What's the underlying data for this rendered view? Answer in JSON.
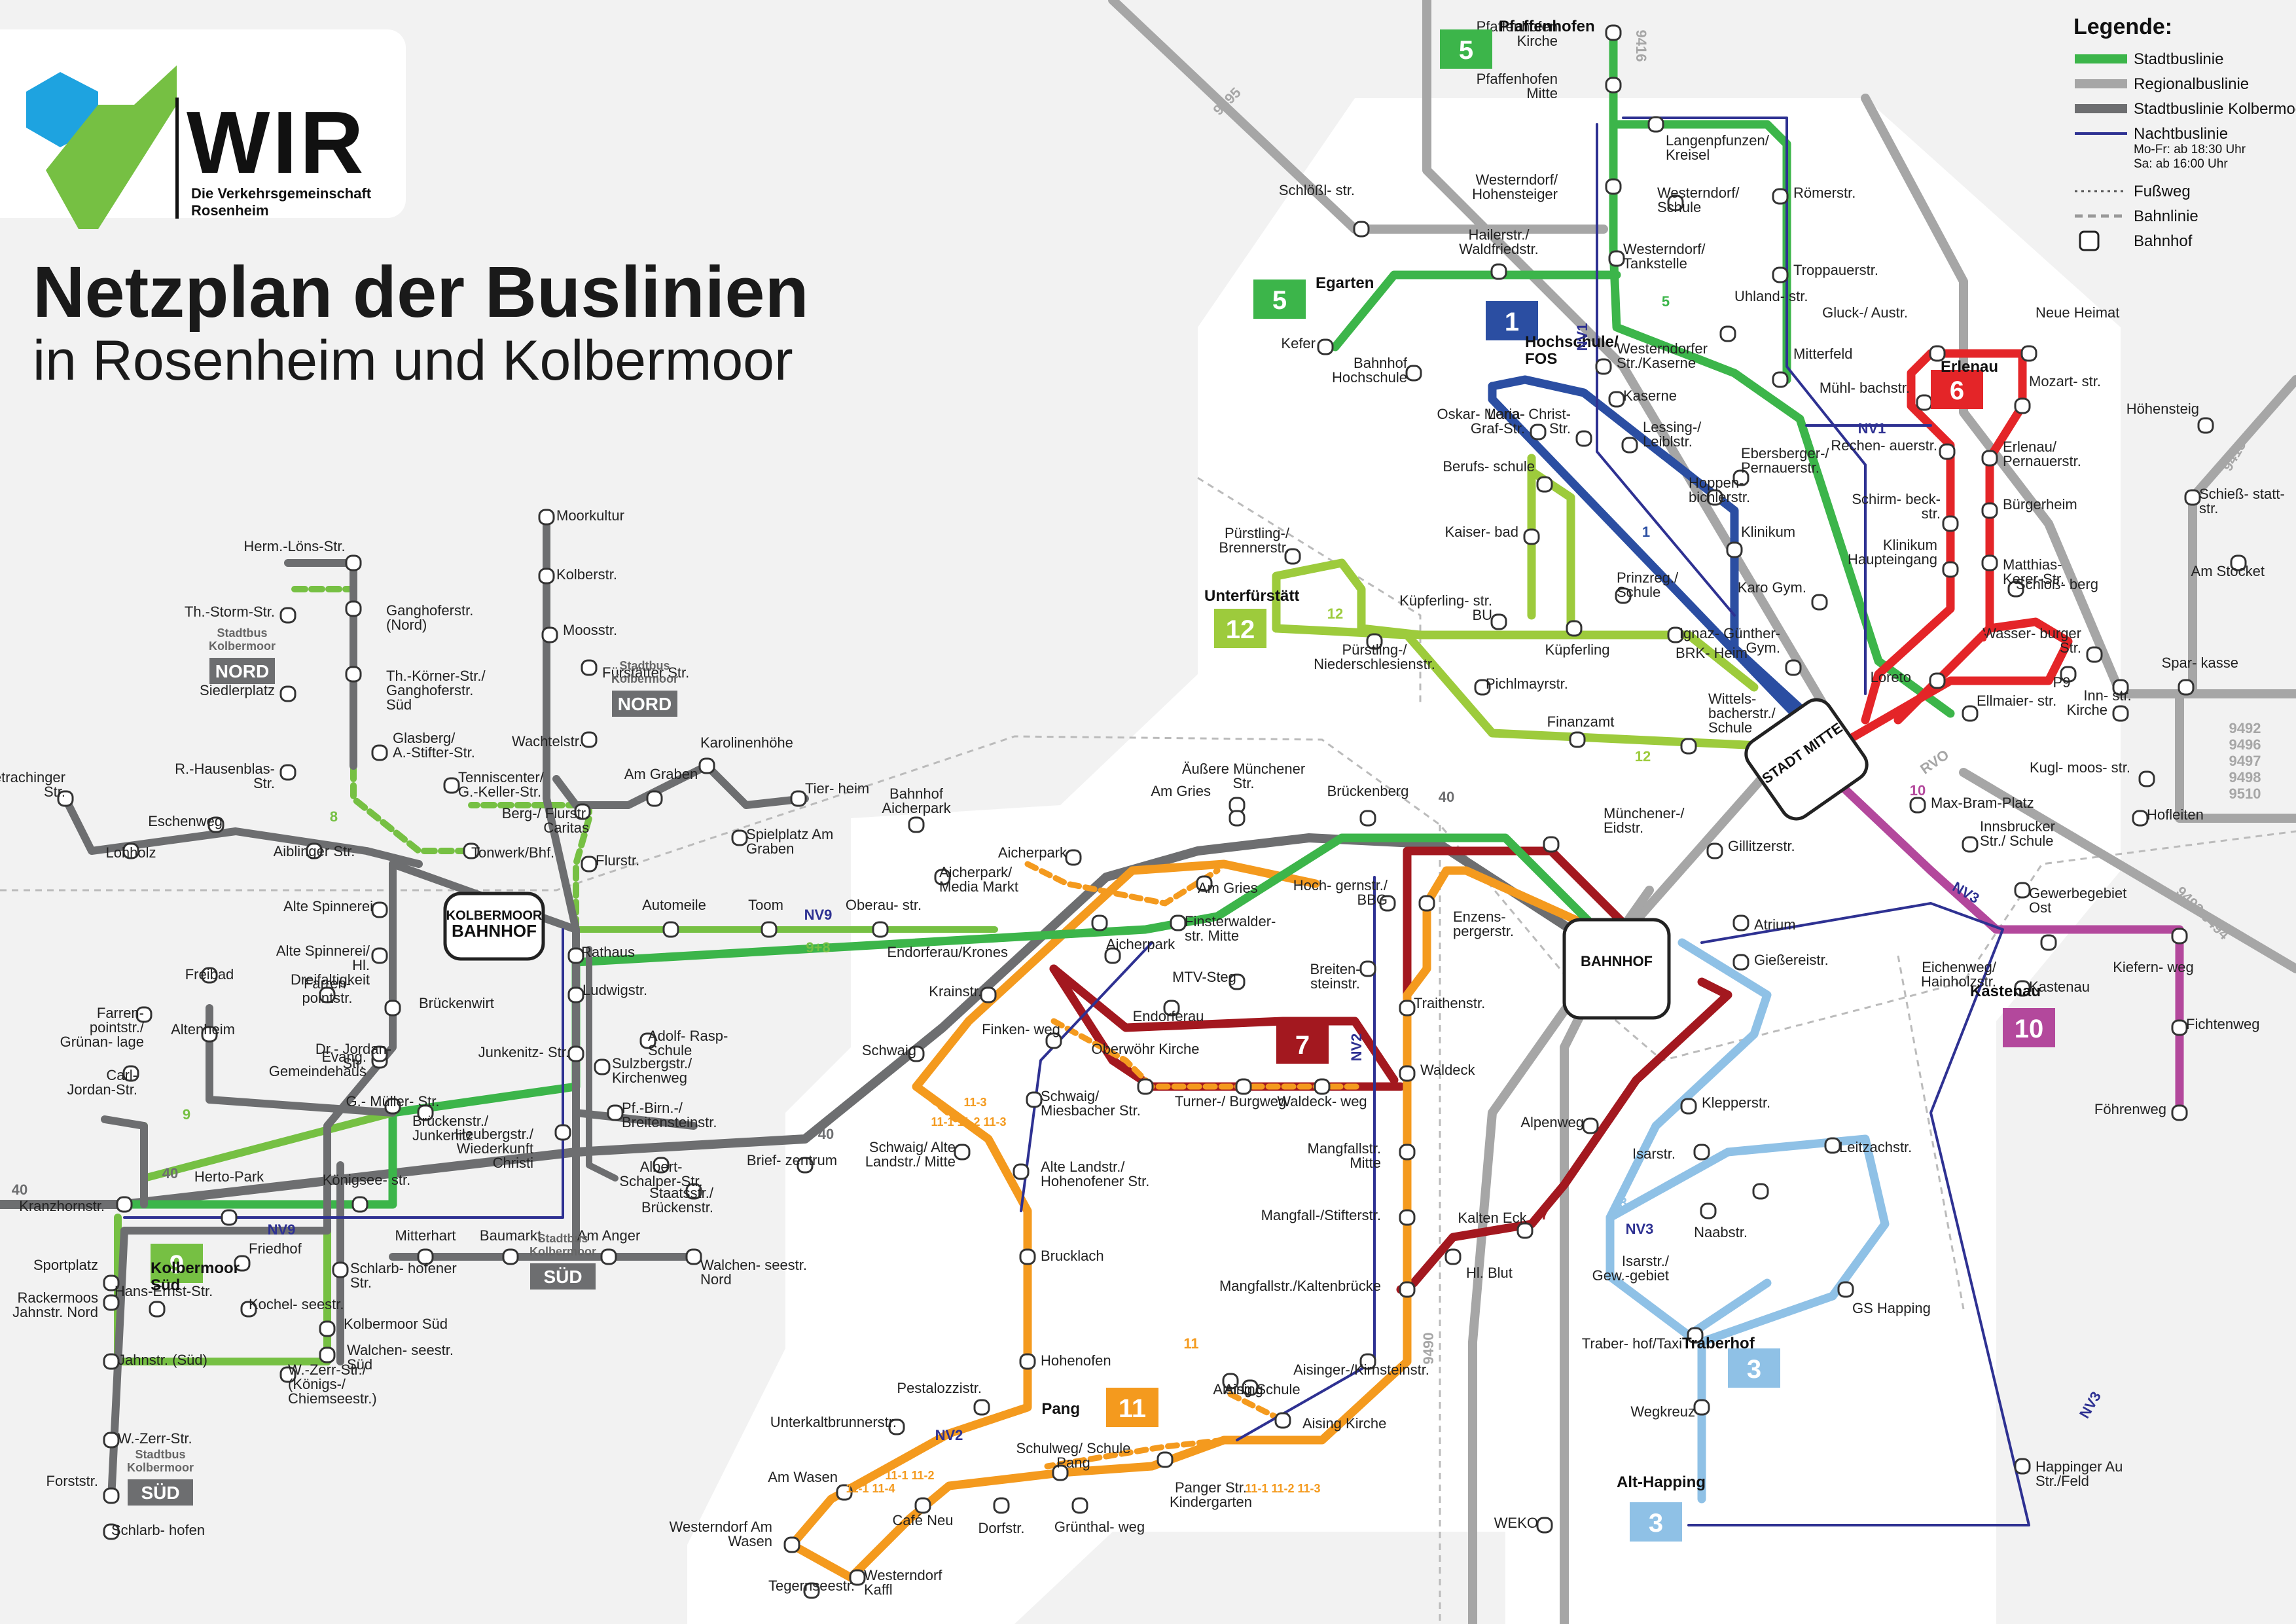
{
  "header": {
    "brand": "WIR",
    "brand_sub1": "Die Verkehrsgemeinschaft",
    "brand_sub2": "Rosenheim",
    "title_line1": "Netzplan der Buslinien",
    "title_line2": "in Rosenheim und Kolbermoor"
  },
  "colors": {
    "stadtbus": "#3cb54a",
    "regional": "#a6a6a6",
    "kolbermoor": "#6d6e70",
    "nacht": "#2e3192",
    "line1": "#2b4ea2",
    "line3": "#8fc1e6",
    "line5": "#3cb54a",
    "line6": "#e42528",
    "line7": "#a3181f",
    "line9": "#76c043",
    "line10": "#b3489c",
    "line11": "#f49a1e",
    "line12": "#9dcb3c"
  },
  "legend": {
    "title": "Legende:",
    "items": [
      {
        "label": "Stadtbuslinie",
        "kind": "stadtbus"
      },
      {
        "label": "Regionalbuslinie",
        "kind": "regional"
      },
      {
        "label": "Stadtbuslinie Kolbermoor",
        "kind": "kolbermoor"
      },
      {
        "label": "Nachtbuslinie",
        "kind": "nacht",
        "sub1": "Mo-Fr: ab 18:30 Uhr",
        "sub2": "Sa: ab 16:00 Uhr"
      },
      {
        "label": "Fußweg",
        "kind": "walk"
      },
      {
        "label": "Bahnlinie",
        "kind": "rail"
      },
      {
        "label": "Bahnhof",
        "kind": "station"
      }
    ]
  },
  "hubs": {
    "stadt_mitte": "STADT MITTE",
    "bahnhof": "BAHNHOF",
    "kolbermoor_bahnhof_1": "KOLBERMOOR",
    "kolbermoor_bahnhof_2": "BAHNHOF"
  },
  "line_badges": [
    {
      "num": "5",
      "color": "#3cb54a",
      "label": "Pfaffenhofen"
    },
    {
      "num": "5",
      "color": "#3cb54a",
      "label": "Egarten"
    },
    {
      "num": "1",
      "color": "#2b4ea2",
      "label": "Hochschule/ FOS"
    },
    {
      "num": "6",
      "color": "#e42528",
      "label": "Erlenau"
    },
    {
      "num": "12",
      "color": "#9dcb3c",
      "label": "Unterfürstätt"
    },
    {
      "num": "7",
      "color": "#a3181f",
      "label": ""
    },
    {
      "num": "10",
      "color": "#b3489c",
      "label": "Kastenau"
    },
    {
      "num": "9",
      "color": "#76c043",
      "label": "Kolbermoor Süd"
    },
    {
      "num": "11",
      "color": "#f49a1e",
      "label": "Pang"
    },
    {
      "num": "3",
      "color": "#8fc1e6",
      "label": "Traberhof"
    },
    {
      "num": "3",
      "color": "#8fc1e6",
      "label": "Alt-Happing"
    }
  ],
  "area_tags": [
    {
      "label": "NORD",
      "sub1": "Stadtbus",
      "sub2": "Kolbermoor"
    },
    {
      "label": "NORD",
      "sub1": "Stadtbus",
      "sub2": "Kolbermoor"
    },
    {
      "label": "SÜD",
      "sub1": "Stadtbus",
      "sub2": "Kolbermoor"
    },
    {
      "label": "SÜD",
      "sub1": "Stadtbus",
      "sub2": "Kolbermoor"
    }
  ],
  "route_numbers": [
    "9495",
    "9416",
    "9415",
    "9490",
    "9493 9494",
    "9492",
    "9496",
    "9497",
    "9498",
    "9510",
    "40",
    "40",
    "40",
    "40",
    "NV1",
    "NV1",
    "NV2",
    "NV2",
    "NV3",
    "NV3",
    "NV3",
    "NV9",
    "NV9",
    "9+8",
    "RVO",
    "10",
    "6",
    "7",
    "5",
    "12",
    "12",
    "8",
    "9",
    "1",
    "3",
    "11"
  ],
  "stops": [
    {
      "name": "Pfaffenhofen Kirche"
    },
    {
      "name": "Pfaffenhofen Mitte"
    },
    {
      "name": "Langenpfunzen/ Kreisel"
    },
    {
      "name": "Westerndorf/ Hohensteiger"
    },
    {
      "name": "Westerndorf/ Schule"
    },
    {
      "name": "Römerstr."
    },
    {
      "name": "Schlößl- str."
    },
    {
      "name": "Hailerstr./ Waldfriedstr."
    },
    {
      "name": "Westerndorf/ Tankstelle"
    },
    {
      "name": "Troppauerstr."
    },
    {
      "name": "Kefer"
    },
    {
      "name": "Uhland- str."
    },
    {
      "name": "Mitterfeld"
    },
    {
      "name": "Bahnhof Hochschule"
    },
    {
      "name": "Westerndorfer Str./Kaserne"
    },
    {
      "name": "Kaserne"
    },
    {
      "name": "Gluck-/ Austr."
    },
    {
      "name": "Neue Heimat"
    },
    {
      "name": "Mühl- bachstr."
    },
    {
      "name": "Mozart- str."
    },
    {
      "name": "Oskar- Maria- Graf-Str."
    },
    {
      "name": "Lena- Christ- Str."
    },
    {
      "name": "Lessing-/ Leiblstr."
    },
    {
      "name": "Ebersberger-/ Pernauerstr."
    },
    {
      "name": "Rechen- auerstr."
    },
    {
      "name": "Erlenau/ Pernauerstr."
    },
    {
      "name": "Berufs- schule"
    },
    {
      "name": "Hoppen- bichlerstr."
    },
    {
      "name": "Schirm- beck- str."
    },
    {
      "name": "Bürgerheim"
    },
    {
      "name": "Höhensteig"
    },
    {
      "name": "Schieß- statt- str."
    },
    {
      "name": "Am Stocket"
    },
    {
      "name": "Kaiser- bad"
    },
    {
      "name": "Klinikum"
    },
    {
      "name": "Klinikum Haupteingang"
    },
    {
      "name": "Matthias- Kerer-Str."
    },
    {
      "name": "Schloß- berg"
    },
    {
      "name": "Pürstling-/ Brennerstr."
    },
    {
      "name": "Prinzreg./ Schule"
    },
    {
      "name": "Karo Gym."
    },
    {
      "name": "Küpferling- str. BU"
    },
    {
      "name": "Küpferling"
    },
    {
      "name": "BRK- Heim"
    },
    {
      "name": "Ignaz- Günther- Gym."
    },
    {
      "name": "Wasser- burger Str."
    },
    {
      "name": "Pürstling-/ Niederschlesienstr."
    },
    {
      "name": "Pichlmayrstr."
    },
    {
      "name": "Loreto"
    },
    {
      "name": "P9"
    },
    {
      "name": "Inn- str."
    },
    {
      "name": "Spar- kasse"
    },
    {
      "name": "Kirche"
    },
    {
      "name": "Wittels- bacherstr./ Schule"
    },
    {
      "name": "Ellmaier- str."
    },
    {
      "name": "Finanzamt"
    },
    {
      "name": "Kugl- moos- str."
    },
    {
      "name": "Hofleiten"
    },
    {
      "name": "Max-Bram-Platz"
    },
    {
      "name": "Innsbrucker Str./ Schule"
    },
    {
      "name": "Gewerbegebiet Ost"
    },
    {
      "name": "Äußere Münchener Str."
    },
    {
      "name": "Am Gries"
    },
    {
      "name": "Brückenberg"
    },
    {
      "name": "Münchener-/ Eidstr."
    },
    {
      "name": "Gillitzerstr."
    },
    {
      "name": "Atrium"
    },
    {
      "name": "Bahnhof Aicherpark"
    },
    {
      "name": "Aicherpark"
    },
    {
      "name": "Aicherpark/ Media Markt"
    },
    {
      "name": "Am Gries"
    },
    {
      "name": "Hoch- gernstr./ BBG"
    },
    {
      "name": "Enzens- pergerstr."
    },
    {
      "name": "Oberau- str."
    },
    {
      "name": "Toom"
    },
    {
      "name": "Automeile"
    },
    {
      "name": "Finsterwalder- str. Mitte"
    },
    {
      "name": "Endorferau/Krones"
    },
    {
      "name": "Aicherpark"
    },
    {
      "name": "Eichenweg/ Hainholzstr."
    },
    {
      "name": "Kiefern- weg"
    },
    {
      "name": "Kastenau"
    },
    {
      "name": "Gießereistr."
    },
    {
      "name": "MTV-Steg"
    },
    {
      "name": "Breiten- steinstr."
    },
    {
      "name": "Krainstr."
    },
    {
      "name": "Traithenstr."
    },
    {
      "name": "Endorferau"
    },
    {
      "name": "Fichtenweg"
    },
    {
      "name": "Finken- weg"
    },
    {
      "name": "Oberwöhr Kirche"
    },
    {
      "name": "Schwaig"
    },
    {
      "name": "Waldeck"
    },
    {
      "name": "Turner-/ Burgweg"
    },
    {
      "name": "Waldeck- weg"
    },
    {
      "name": "Schwaig/ Miesbacher Str."
    },
    {
      "name": "Klepperstr."
    },
    {
      "name": "Föhrenweg"
    },
    {
      "name": "Alpenweg"
    },
    {
      "name": "Schwaig/ Alte Landstr./ Mitte"
    },
    {
      "name": "Alte Landstr./ Hohenofener Str."
    },
    {
      "name": "Mangfallstr. Mitte"
    },
    {
      "name": "Isarstr."
    },
    {
      "name": "Leitzachstr."
    },
    {
      "name": "Brief- zentrum"
    },
    {
      "name": "Kalten Eck"
    },
    {
      "name": "Mangfall-/Stifterstr."
    },
    {
      "name": "Naabstr."
    },
    {
      "name": "Isarstr./ Gew.-gebiet"
    },
    {
      "name": "Brucklach"
    },
    {
      "name": "Hl. Blut"
    },
    {
      "name": "Mangfallstr./Kaltenbrücke"
    },
    {
      "name": "GS Happing"
    },
    {
      "name": "Traber- hof/Taxi"
    },
    {
      "name": "Hohenofen"
    },
    {
      "name": "Aising Schule"
    },
    {
      "name": "Aisinger-/Kirnsteinstr."
    },
    {
      "name": "Pestalozzistr."
    },
    {
      "name": "Aising"
    },
    {
      "name": "Aising Kirche"
    },
    {
      "name": "Wegkreuz"
    },
    {
      "name": "Unterkaltbrunnerstr."
    },
    {
      "name": "Schulweg/ Schule Pang"
    },
    {
      "name": "Happinger Au Str./Feld"
    },
    {
      "name": "Am Wasen"
    },
    {
      "name": "Panger Str. Kindergarten"
    },
    {
      "name": "Westerndorf Am Wasen"
    },
    {
      "name": "Café Neu"
    },
    {
      "name": "Dorfstr."
    },
    {
      "name": "Grünthal- weg"
    },
    {
      "name": "WEKO"
    },
    {
      "name": "Westerndorf Kaffl"
    },
    {
      "name": "Moorkultur"
    },
    {
      "name": "Kolberstr."
    },
    {
      "name": "Herm.-Löns-Str."
    },
    {
      "name": "Moosstr."
    },
    {
      "name": "Th.-Storm-Str."
    },
    {
      "name": "Ganghoferstr. (Nord)"
    },
    {
      "name": "Fürstätter Str."
    },
    {
      "name": "Th.-Körner-Str./ Ganghoferstr. Süd"
    },
    {
      "name": "Siedlerplatz"
    },
    {
      "name": "Wachtelstr."
    },
    {
      "name": "Karolinenhöhe"
    },
    {
      "name": "Glasberg/ A.-Stifter-Str."
    },
    {
      "name": "Am Graben"
    },
    {
      "name": "Tier- heim"
    },
    {
      "name": "R.-Hausenblas- Str."
    },
    {
      "name": "Tenniscenter/ G.-Keller-Str."
    },
    {
      "name": "Berg-/ Flurstr. Caritas"
    },
    {
      "name": "Mietrachinger Str."
    },
    {
      "name": "Eschenweg"
    },
    {
      "name": "Spielplatz Am Graben"
    },
    {
      "name": "Aiblinger Str."
    },
    {
      "name": "Lohholz"
    },
    {
      "name": "Tonwerk/Bhf."
    },
    {
      "name": "Flurstr."
    },
    {
      "name": "Alte Spinnerei"
    },
    {
      "name": "Alte Spinnerei/ Hl. Dreifaltigkeit"
    },
    {
      "name": "Rathaus"
    },
    {
      "name": "Freibad"
    },
    {
      "name": "Farren- pointstr."
    },
    {
      "name": "Ludwigstr."
    },
    {
      "name": "Brückenwirt"
    },
    {
      "name": "Farren- pointstr./ Grünan- lage"
    },
    {
      "name": "Altenheim"
    },
    {
      "name": "Adolf- Rasp- Schule"
    },
    {
      "name": "Evang. Gemeindehaus"
    },
    {
      "name": "Dr.- Jordan- Str."
    },
    {
      "name": "Junkenitz- Str."
    },
    {
      "name": "Carl- Jordan-Str."
    },
    {
      "name": "Sulzbergstr./ Kirchenweg"
    },
    {
      "name": "G.- Müller- Str."
    },
    {
      "name": "Pf.-Birn.-/ Breitensteinstr."
    },
    {
      "name": "Heubergstr./ Wiederkunft Christi"
    },
    {
      "name": "Brückenstr./ Junkenitz"
    },
    {
      "name": "Kranzhornstr."
    },
    {
      "name": "Herto-Park"
    },
    {
      "name": "Königsee- str."
    },
    {
      "name": "Albert- Schalper-Str."
    },
    {
      "name": "Staatsstr./ Brückenstr."
    },
    {
      "name": "Mitterhart"
    },
    {
      "name": "Baumarkt"
    },
    {
      "name": "Am Anger"
    },
    {
      "name": "Sportplatz"
    },
    {
      "name": "Friedhof"
    },
    {
      "name": "Schlarb- hofener Str."
    },
    {
      "name": "Walchen- seestr. Nord"
    },
    {
      "name": "Rackermoos Jahnstr. Nord"
    },
    {
      "name": "Hans-Ernst-Str."
    },
    {
      "name": "Kochel- seestr."
    },
    {
      "name": "Kolbermoor Süd"
    },
    {
      "name": "Walchen- seestr. Süd"
    },
    {
      "name": "Jahnstr. (Süd)"
    },
    {
      "name": "W.-Zerr-Str./ (Königs-/ Chiemseestr.)"
    },
    {
      "name": "W.-Zerr-Str."
    },
    {
      "name": "Forststr."
    },
    {
      "name": "Schlarb- hofen"
    },
    {
      "name": "Tegernseestr."
    },
    {
      "name": "11-1 11-2 11-3"
    },
    {
      "name": "11-3"
    },
    {
      "name": "11-1 11-2"
    },
    {
      "name": "11-1 11-4"
    },
    {
      "name": "11-1 11-2 11-3"
    },
    {
      "name": "11-1 11-4 11-3"
    }
  ]
}
